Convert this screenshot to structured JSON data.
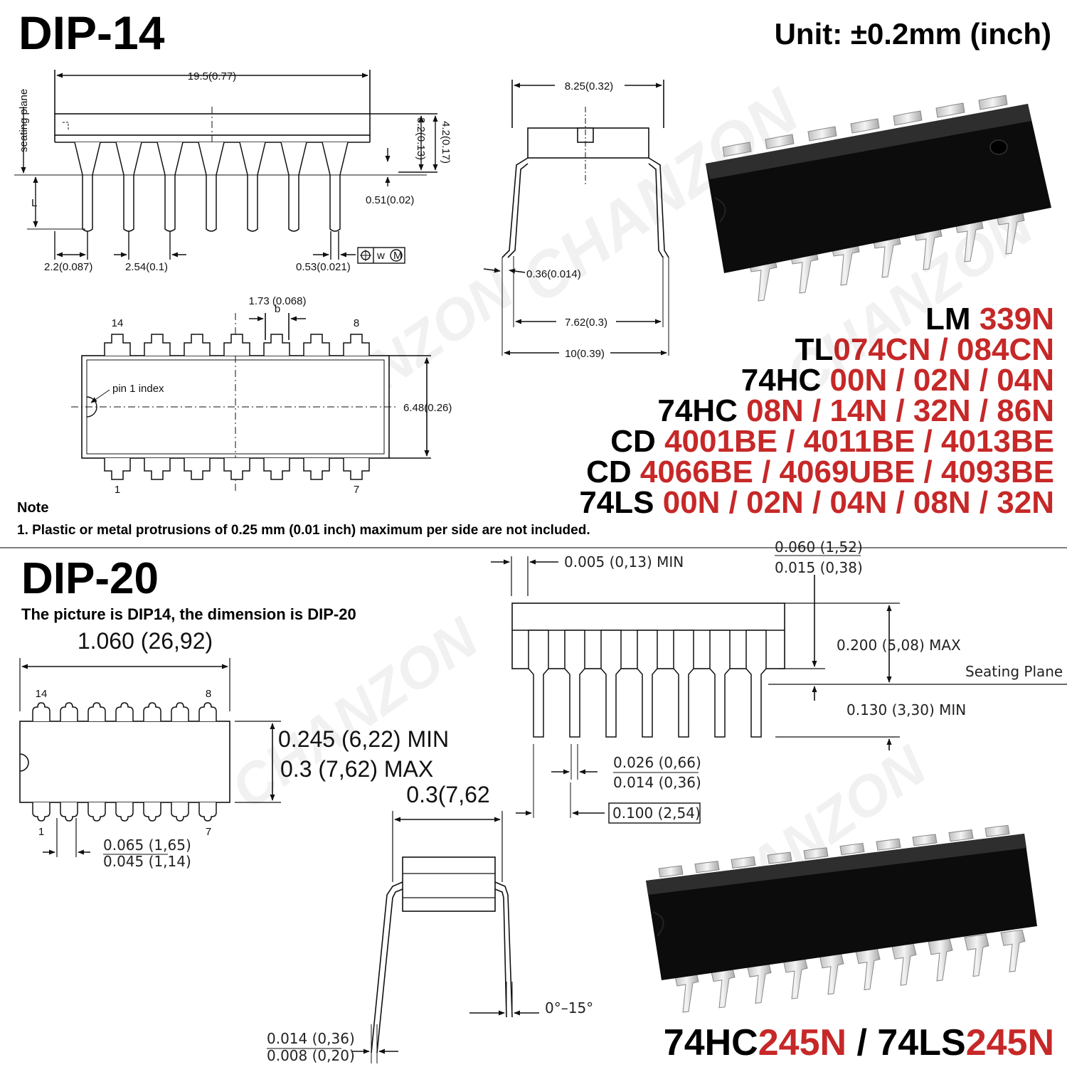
{
  "dip14": {
    "title": "DIP-14",
    "unit_label": "Unit: ±0.2mm (inch)",
    "dims": {
      "length": "19.5(0.77)",
      "seating_plane": "seating plane",
      "body_height": "3.2(0.13)",
      "total_height": "4.2(0.17)",
      "lead_L": "L",
      "standoff": "0.51(0.02)",
      "first_lead": "2.2(0.087)",
      "pitch": "2.54(0.1)",
      "lead_width": "0.53(0.021)",
      "tolerance_w": "w",
      "tolerance_m": "M",
      "end_width": "8.25(0.32)",
      "lead_thickness": "0.36(0.014)",
      "row_spacing": "7.62(0.3)",
      "max_span": "10(0.39)",
      "pad_width": "1.73 (0.068)",
      "pad_b": "b",
      "pin14": "14",
      "pin8": "8",
      "pin1": "1",
      "pin7": "7",
      "pin1_index": "pin 1 index",
      "body_width": "6.48(0.26)"
    },
    "note_title": "Note",
    "note_text": "1. Plastic or metal protrusions of 0.25 mm (0.01 inch) maximum per side are not included."
  },
  "part_lines": [
    {
      "prefix": "LM ",
      "suffix": "339N"
    },
    {
      "prefix": "TL",
      "suffix": "074CN / 084CN"
    },
    {
      "prefix": "74HC ",
      "suffix": "00N / 02N / 04N"
    },
    {
      "prefix": "74HC ",
      "suffix": "08N / 14N / 32N / 86N"
    },
    {
      "prefix": "CD ",
      "suffix": "4001BE / 4011BE / 4013BE"
    },
    {
      "prefix": "CD ",
      "suffix": "4066BE / 4069UBE / 4093BE"
    },
    {
      "prefix": "74LS ",
      "suffix": "00N  / 02N / 04N / 08N / 32N"
    }
  ],
  "dip20": {
    "title": "DIP-20",
    "subtitle": "The picture is DIP14, the dimension is DIP-20",
    "dims": {
      "length": "1.060 (26,92)",
      "pin14": "14",
      "pin8": "8",
      "pin1": "1",
      "pin7": "7",
      "width_min": "0.245 (6,22) MIN",
      "width_max": "0.3 (7,62) MAX",
      "pad_max": "0.065 (1,65)",
      "pad_min": "0.045 (1,14)",
      "end_width": "0.3(7,62",
      "angle": "0°–15°",
      "thick_max": "0.014 (0,36)",
      "thick_min": "0.008 (0,20)",
      "standoff": "0.005 (0,13) MIN",
      "shoulder_max": "0.060 (1,52)",
      "shoulder_min": "0.015 (0,38)",
      "height_max": "0.200 (5,08) MAX",
      "seating_plane": "Seating Plane",
      "lead_min": "0.130 (3,30) MIN",
      "lead_w_max": "0.026 (0,66)",
      "lead_w_min": "0.014 (0,36)",
      "pitch": "0.100 (2,54)"
    },
    "part_prefix_1": "74HC",
    "part_suffix_1": "245N",
    "part_sep": " / ",
    "part_prefix_2": "74LS",
    "part_suffix_2": "245N"
  },
  "watermark": "CHANZON",
  "colors": {
    "accent": "#c62828",
    "ink": "#000000",
    "line": "#111111"
  }
}
